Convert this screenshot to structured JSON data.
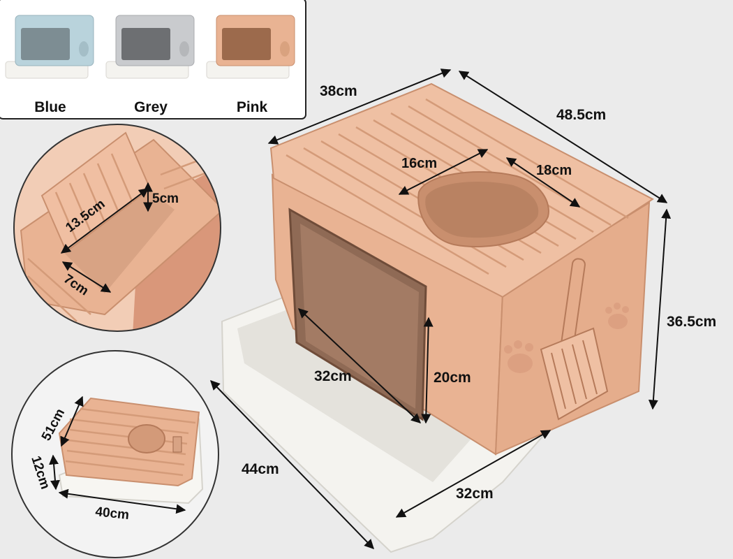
{
  "colors": {
    "background": "#ebebeb",
    "pink": "#e9b393",
    "pink_dark": "#c98f6e",
    "blue": "#b9d3dc",
    "grey": "#c9cbce",
    "tray": "#f4f3ef"
  },
  "color_options": [
    {
      "label": "Blue",
      "color": "#b9d3dc"
    },
    {
      "label": "Grey",
      "color": "#c9cbce"
    },
    {
      "label": "Pink",
      "color": "#e9b393"
    }
  ],
  "dimensions": {
    "top_depth": "38cm",
    "top_width": "48.5cm",
    "height": "36.5cm",
    "opening_width": "16cm",
    "opening_depth": "18cm",
    "window_width": "32cm",
    "window_height": "20cm",
    "tray_depth": "44cm",
    "tray_width": "32cm",
    "lid_length": "13.5cm",
    "lid_height": "5cm",
    "lid_width": "7cm",
    "folded_depth": "51cm",
    "folded_height": "12cm",
    "folded_width": "40cm"
  }
}
